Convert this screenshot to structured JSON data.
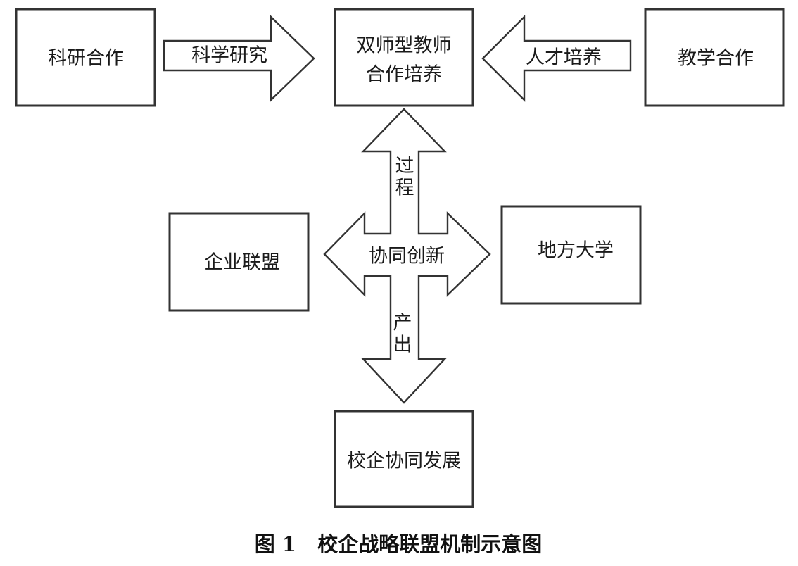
{
  "nodes": {
    "research": "科研合作",
    "dual_line1": "双师型教师",
    "dual_line2": "合作培养",
    "teaching": "教学合作",
    "enterprise": "企业联盟",
    "university": "地方大学",
    "development": "校企协同发展"
  },
  "arrows": {
    "science": "科学研究",
    "talent": "人才培养",
    "process_1": "过",
    "process_2": "程",
    "innovation": "协同创新",
    "output_1": "产",
    "output_2": "出"
  },
  "caption": "图 1   校企战略联盟机制示意图"
}
